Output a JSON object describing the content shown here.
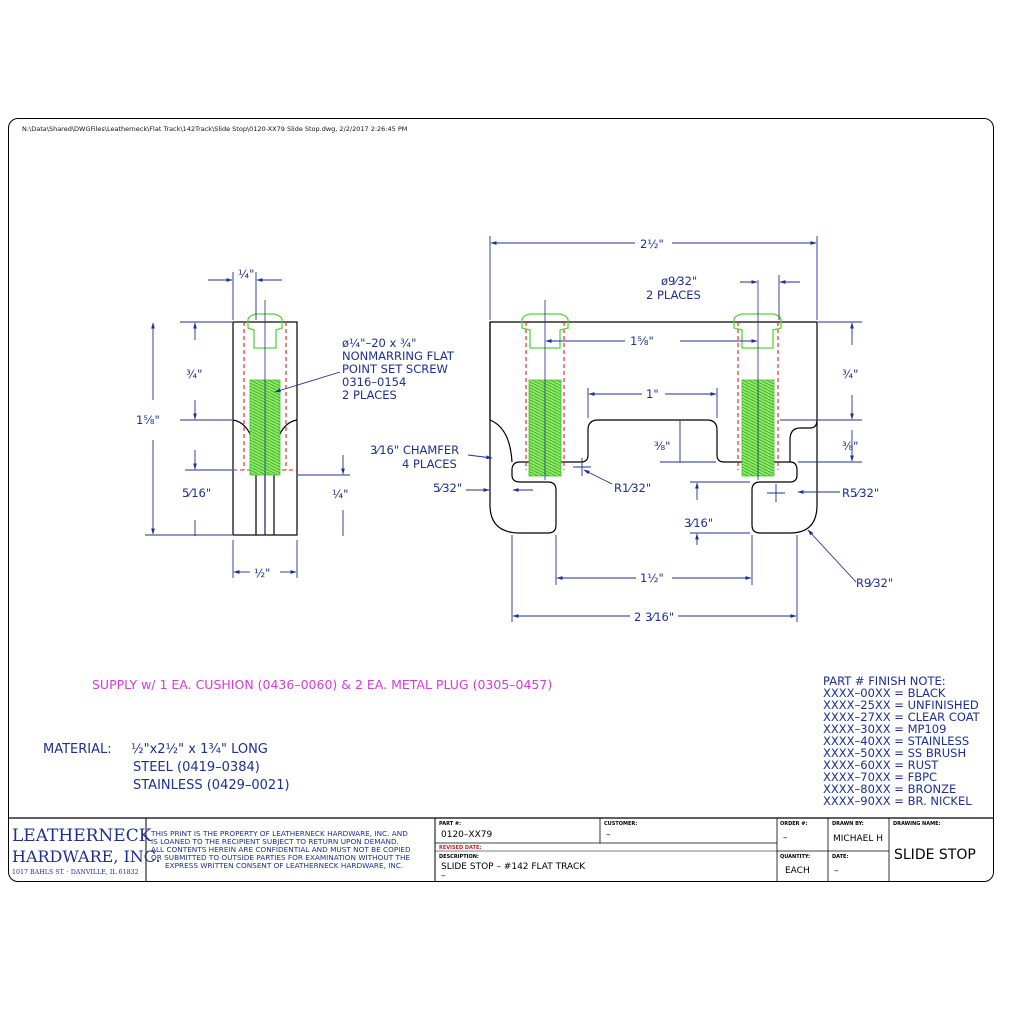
{
  "file_path": "N:\\Data\\Shared\\DWGFiles\\Leatherneck\\Flat Track\\142Track\\Slide Stop\\0120-XX79 Slide Stop.dwg, 2/2/2017 2:26:45 PM",
  "colors": {
    "dimension": "#1d2f8f",
    "hidden": "#e02020",
    "screw": "#58d43a",
    "note": "#d43bd8"
  },
  "side_view": {
    "dim_top": "¼\"",
    "dim_depth": "¾\"",
    "dim_height": "1⅝\"",
    "dim_low": "5⁄16\"",
    "dim_right": "¼\"",
    "dim_width": "½\"",
    "screw_callout": [
      "ø¼\"–20 x ¾\"",
      "NONMARRING FLAT",
      "POINT SET SCREW",
      "0316–0154",
      "2 PLACES"
    ]
  },
  "front_view": {
    "dim_overall": "2½\"",
    "dim_hole": "ø9⁄32\"",
    "dim_hole_places": "2 PLACES",
    "dim_centers": "1⅝\"",
    "dim_slot": "1\"",
    "dim_depth": "¾\"",
    "dim_slot_depth": "⅜\"",
    "dim_right_step": "⅜\"",
    "chamfer": [
      "3⁄16\" CHAMFER",
      "4 PLACES"
    ],
    "dim_radius_small": "R1⁄32\"",
    "dim_radius_mid": "R5⁄32\"",
    "dim_left_lip": "5⁄32\"",
    "dim_lip": "3⁄16\"",
    "dim_inner": "1½\"",
    "dim_bottom": "2 3⁄16\"",
    "dim_radius_large": "R9⁄32\""
  },
  "supply_note": "SUPPLY w/ 1 EA. CUSHION (0436–0060) & 2 EA. METAL PLUG (0305–0457)",
  "material": {
    "label": "MATERIAL:",
    "lines": [
      "½\"x2½\" x 1¾\" LONG",
      "STEEL (0419–0384)",
      "STAINLESS (0429–0021)"
    ]
  },
  "finish_note": {
    "title": "PART # FINISH NOTE:",
    "items": [
      "XXXX–00XX = BLACK",
      "XXXX–25XX = UNFINISHED",
      "XXXX–27XX = CLEAR COAT",
      "XXXX–30XX = MP109",
      "XXXX–40XX = STAINLESS",
      "XXXX–50XX = SS BRUSH",
      "XXXX–60XX = RUST",
      "XXXX–70XX = FBPC",
      "XXXX–80XX = BRONZE",
      "XXXX–90XX = BR. NICKEL"
    ]
  },
  "title_block": {
    "company_line1": "LEATHERNECK",
    "company_line2": "HARDWARE, INC.",
    "company_address": "1017 BAHLS ST. · DANVILLE, IL 61832",
    "legal": [
      "THIS PRINT IS THE PROPERTY OF LEATHERNECK HARDWARE, INC. AND",
      "IS LOANED TO THE RECIPIENT SUBJECT TO RETURN UPON DEMAND.",
      "ALL CONTENTS HEREIN ARE CONFIDENTIAL AND MUST NOT BE COPIED",
      "OR SUBMITTED TO OUTSIDE PARTIES FOR EXAMINATION WITHOUT THE",
      "EXPRESS WRITTEN CONSENT OF LEATHERNECK HARDWARE, INC."
    ],
    "part_label": "PART #:",
    "part_value": "0120–XX79",
    "revised_label": "REVISED DATE:",
    "description_label": "DESCRIPTION:",
    "description_value": "SLIDE STOP – #142 FLAT TRACK",
    "description_extra": "–",
    "customer_label": "CUSTOMER:",
    "customer_value": "–",
    "order_label": "ORDER #:",
    "order_value": "–",
    "quantity_label": "QUANTITY:",
    "quantity_value": "EACH",
    "drawn_label": "DRAWN BY:",
    "drawn_value": "MICHAEL H",
    "date_label": "DATE:",
    "date_value": "–",
    "drawing_name_label": "DRAWING NAME:",
    "drawing_name_value": "SLIDE STOP"
  }
}
